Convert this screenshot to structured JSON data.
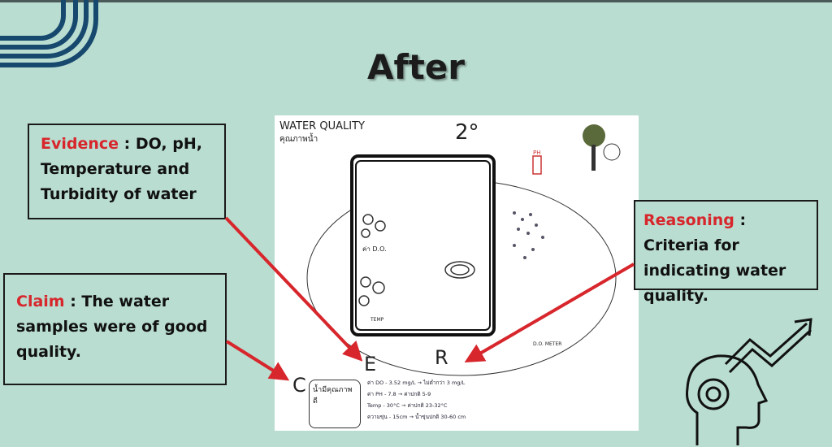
{
  "slide": {
    "title": "After",
    "evidence": {
      "label": "Evidence",
      "sep": " : ",
      "text": "DO, pH, Temperature and Turbidity of water"
    },
    "claim": {
      "label": "Claim",
      "sep": " : ",
      "text": "The water samples were of good quality."
    },
    "reasoning": {
      "label": "Reasoning",
      "sep": " : ",
      "text": "Criteria for indicating water quality."
    }
  },
  "drawing": {
    "title": "WATER QUALITY",
    "subtitle": "คุณภาพน้ำ",
    "group": "2°",
    "do_label": "ค่า D.O.",
    "ph_label": "PH",
    "temp_label": "TEMP",
    "letters": [
      "E",
      "R",
      "C"
    ],
    "claim_note": "น้ำมีคุณภาพดี",
    "lines": [
      "ค่า DO - 3.52 mg/L → ไม่ต่ำกว่า 3 mg/L",
      "ค่า PH - 7.8 → ค่าปกติ 5-9",
      "Temp - 30°C → ค่าปกติ 23-32°C",
      "ความขุ่น - 15cm → น้ำขุ่นปกติ 30-60 cm"
    ],
    "meter_label": "D.O. METER"
  },
  "colors": {
    "background": "#b9ddd0",
    "accent": "#d7262c",
    "deco": "#17486e"
  }
}
